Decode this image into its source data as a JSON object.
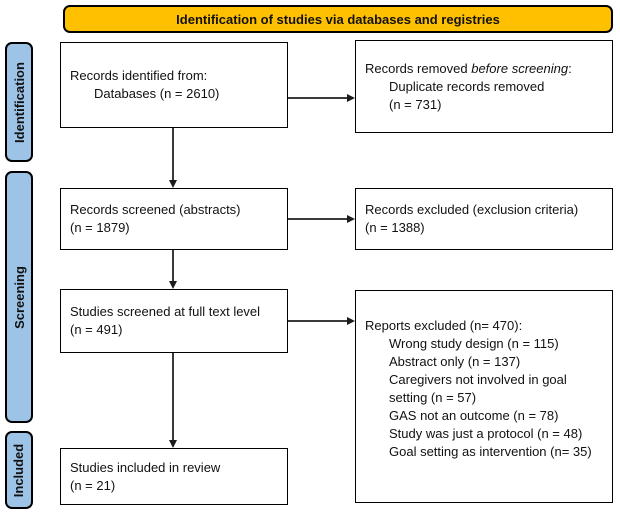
{
  "banner": {
    "label": "Identification of studies via databases and registries"
  },
  "colors": {
    "banner_fill": "#FFC000",
    "sidebar_fill": "#9DC3E6",
    "border": "#000000",
    "arrow": "#3a3a3a"
  },
  "sidebar": {
    "items": [
      {
        "label": "Identification"
      },
      {
        "label": "Screening"
      },
      {
        "label": "Included"
      }
    ]
  },
  "boxes": {
    "records_identified": {
      "line1": "Records identified from:",
      "line2": "Databases (n = 2610)"
    },
    "records_removed": {
      "prefix": "Records removed ",
      "italic": "before screening",
      "suffix": ":",
      "line2": "Duplicate records removed",
      "line3": "(n = 731)"
    },
    "records_screened": {
      "line1": "Records screened (abstracts)",
      "line2": "(n = 1879)"
    },
    "records_excluded": {
      "line1": "Records excluded (exclusion criteria)",
      "line2": "(n = 1388)"
    },
    "full_text_screened": {
      "line1": "Studies screened at full text level",
      "line2": "(n = 491)"
    },
    "reports_excluded": {
      "title": "Reports excluded (n= 470):",
      "items": [
        "Wrong study design (n = 115)",
        "Abstract only (n = 137)",
        "Caregivers not involved in goal setting (n = 57)",
        "GAS not an outcome (n = 78)",
        "Study was just a protocol (n = 48)",
        "Goal setting as intervention (n= 35)"
      ]
    },
    "studies_included": {
      "line1": "Studies included in review",
      "line2": "(n = 21)"
    }
  }
}
